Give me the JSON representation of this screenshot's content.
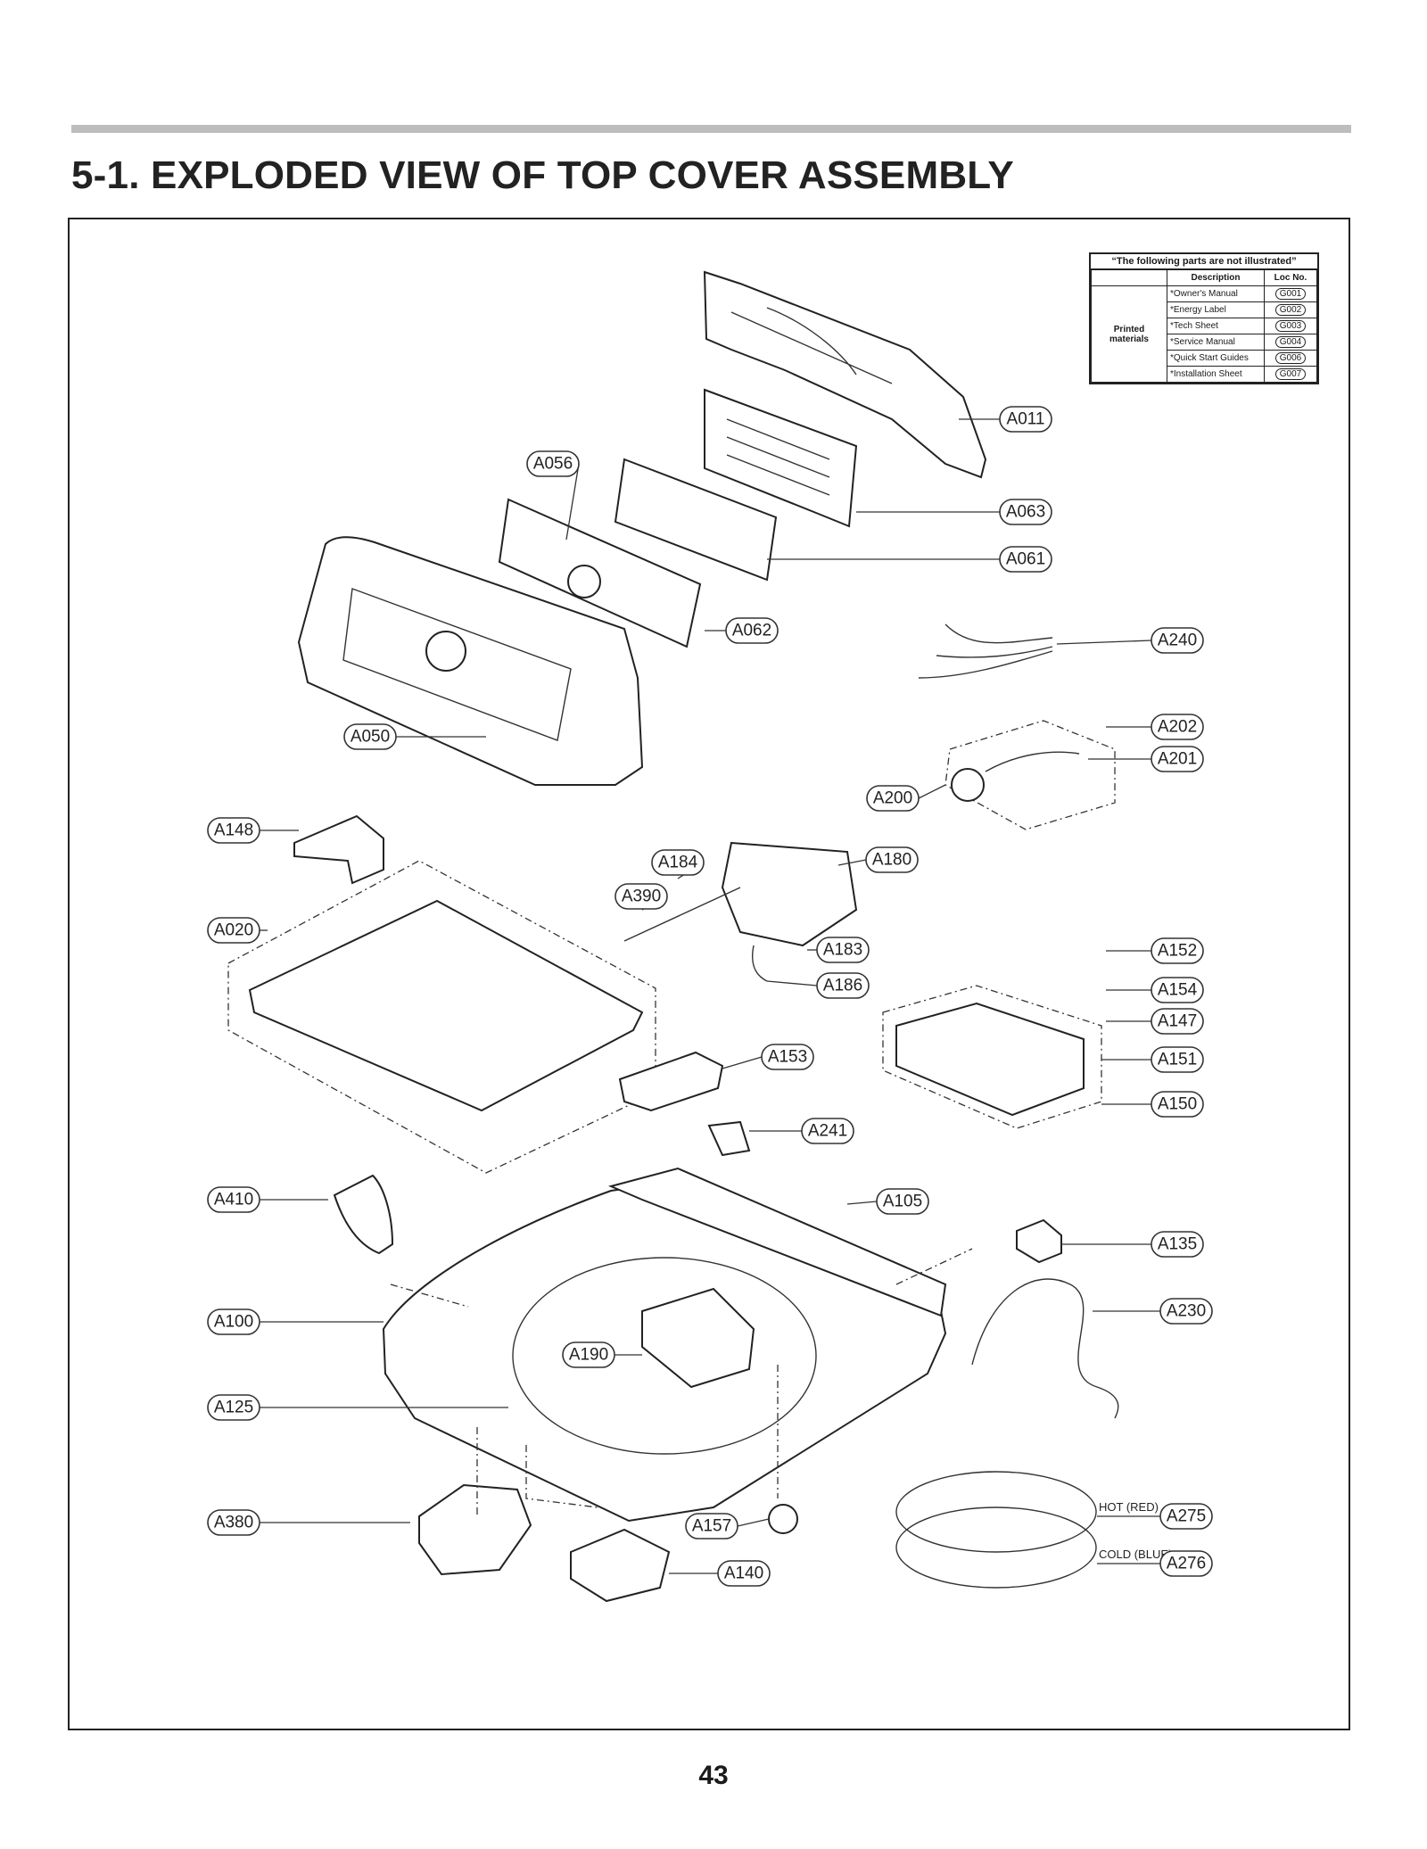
{
  "page": {
    "title": "5-1. EXPLODED VIEW OF TOP COVER ASSEMBLY",
    "page_number": "43"
  },
  "legend": {
    "caption": "“The following parts are not illustrated”",
    "headers": {
      "description": "Description",
      "loc": "Loc No."
    },
    "group": "Printed materials",
    "rows": [
      {
        "description": "*Owner's Manual",
        "loc": "G001"
      },
      {
        "description": "*Energy Label",
        "loc": "G002"
      },
      {
        "description": "*Tech Sheet",
        "loc": "G003"
      },
      {
        "description": "*Service Manual",
        "loc": "G004"
      },
      {
        "description": "*Quick Start Guides",
        "loc": "G006"
      },
      {
        "description": "*Installation Sheet",
        "loc": "G007"
      }
    ]
  },
  "parts": [
    "A011",
    "A056",
    "A063",
    "A061",
    "A062",
    "A240",
    "A050",
    "A202",
    "A201",
    "A200",
    "A148",
    "A184",
    "A180",
    "A390",
    "A020",
    "A183",
    "A152",
    "A186",
    "A154",
    "A153",
    "A147",
    "A151",
    "A150",
    "A241",
    "A410",
    "A105",
    "A135",
    "A230",
    "A100",
    "A190",
    "A125",
    "A380",
    "A157",
    "A275",
    "A276",
    "A140"
  ],
  "hose_labels": {
    "hot": "HOT (RED)",
    "cold": "COLD (BLUE)"
  }
}
